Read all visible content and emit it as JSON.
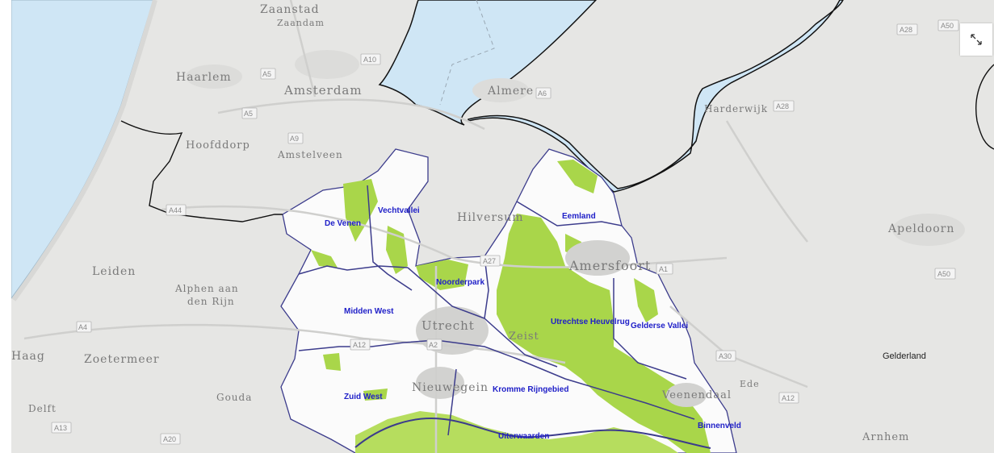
{
  "map": {
    "cities": [
      {
        "id": "zaanstad",
        "label": "Zaanstad"
      },
      {
        "id": "zaandam",
        "label": "Zaandam"
      },
      {
        "id": "haarlem",
        "label": "Haarlem"
      },
      {
        "id": "amsterdam",
        "label": "Amsterdam"
      },
      {
        "id": "almere",
        "label": "Almere"
      },
      {
        "id": "hoofddorp",
        "label": "Hoofddorp"
      },
      {
        "id": "amstelveen",
        "label": "Amstelveen"
      },
      {
        "id": "harderwijk",
        "label": "Harderwijk"
      },
      {
        "id": "hilversum",
        "label": "Hilversum"
      },
      {
        "id": "amersfoort",
        "label": "Amersfoort"
      },
      {
        "id": "apeldoorn",
        "label": "Apeldoorn"
      },
      {
        "id": "leiden",
        "label": "Leiden"
      },
      {
        "id": "alphen",
        "label": "Alphen aan den Rijn"
      },
      {
        "id": "utrecht",
        "label": "Utrecht"
      },
      {
        "id": "zeist",
        "label": "Zeist"
      },
      {
        "id": "haag",
        "label": "Haag"
      },
      {
        "id": "zoetermeer",
        "label": "Zoetermeer"
      },
      {
        "id": "nieuwegein",
        "label": "Nieuwegein"
      },
      {
        "id": "gouda",
        "label": "Gouda"
      },
      {
        "id": "ede",
        "label": "Ede"
      },
      {
        "id": "veenendaal",
        "label": "Veenendaal"
      },
      {
        "id": "delft",
        "label": "Delft"
      },
      {
        "id": "arnhem",
        "label": "Arnhem"
      }
    ],
    "roads": [
      "A10",
      "A5",
      "A5",
      "A6",
      "A9",
      "A28",
      "A28",
      "A50",
      "A50",
      "A44",
      "A27",
      "A1",
      "A4",
      "A12",
      "A2",
      "A30",
      "A12",
      "A13",
      "A20"
    ],
    "regions": [
      {
        "id": "de-venen",
        "label": "De Venen"
      },
      {
        "id": "vechtvallei",
        "label": "Vechtvallei"
      },
      {
        "id": "eemland",
        "label": "Eemland"
      },
      {
        "id": "noorderpark",
        "label": "Noorderpark"
      },
      {
        "id": "midden-west",
        "label": "Midden West"
      },
      {
        "id": "utrechtse-heuvelrug",
        "label": "Utrechtse Heuvelrug"
      },
      {
        "id": "gelderse-vallei",
        "label": "Gelderse Vallei"
      },
      {
        "id": "zuid-west",
        "label": "Zuid West"
      },
      {
        "id": "kromme-rijngebied",
        "label": "Kromme Rijngebied"
      },
      {
        "id": "binnenveld",
        "label": "Binnenveld"
      },
      {
        "id": "uiterwaarden",
        "label": "Uiterwaarden"
      }
    ],
    "province_label": "Gelderland",
    "colors": {
      "land": "#e6e6e4",
      "water": "#cfe6f5",
      "province_fill": "#fbfbfb",
      "nature": "#a9d64a",
      "region_border": "#3c3c8c",
      "region_label": "#2020c8",
      "province_border": "#111111"
    }
  },
  "controls": {
    "fullscreen_icon": "expand-arrows-icon"
  }
}
